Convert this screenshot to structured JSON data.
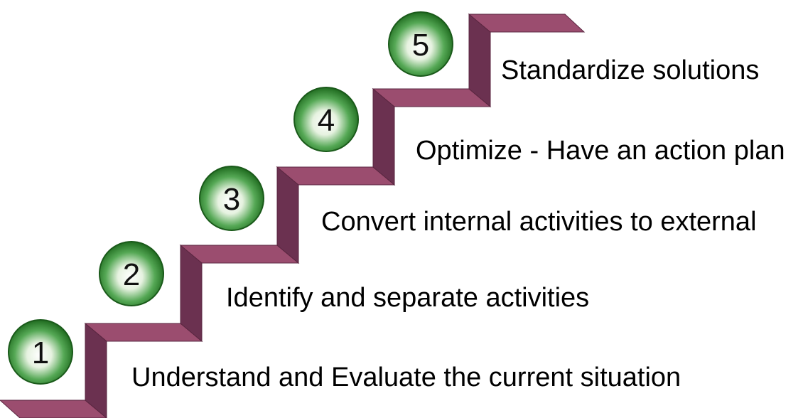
{
  "colors": {
    "stair_top": "#9b4d6f",
    "stair_riser": "#6b3150",
    "stair_edge": "#5a2640",
    "badge_dark": "#1f6b1f",
    "badge_light": "#ffffff",
    "badge_mid": "#55a855"
  },
  "steps": [
    {
      "number": "1",
      "label": "Understand and Evaluate the current situation"
    },
    {
      "number": "2",
      "label": "Identify and separate activities"
    },
    {
      "number": "3",
      "label": "Convert internal activities to external"
    },
    {
      "number": "4",
      "label": "Optimize - Have an action plan"
    },
    {
      "number": "5",
      "label": "Standardize solutions"
    }
  ]
}
